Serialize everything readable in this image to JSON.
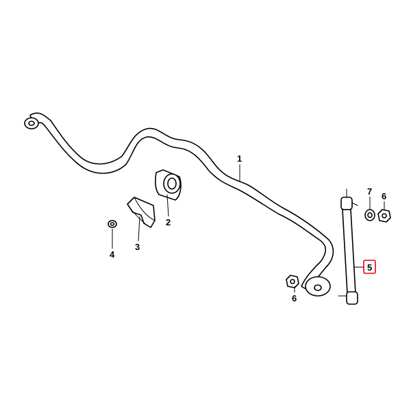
{
  "callouts": [
    {
      "id": "1",
      "label": "1"
    },
    {
      "id": "2",
      "label": "2"
    },
    {
      "id": "3",
      "label": "3"
    },
    {
      "id": "4",
      "label": "4"
    },
    {
      "id": "5",
      "label": "5",
      "highlighted": true
    },
    {
      "id": "6a",
      "label": "6"
    },
    {
      "id": "6b",
      "label": "6"
    },
    {
      "id": "7",
      "label": "7"
    }
  ],
  "colors": {
    "line": "#000000",
    "highlight": "#e8000b",
    "background": "#ffffff"
  }
}
